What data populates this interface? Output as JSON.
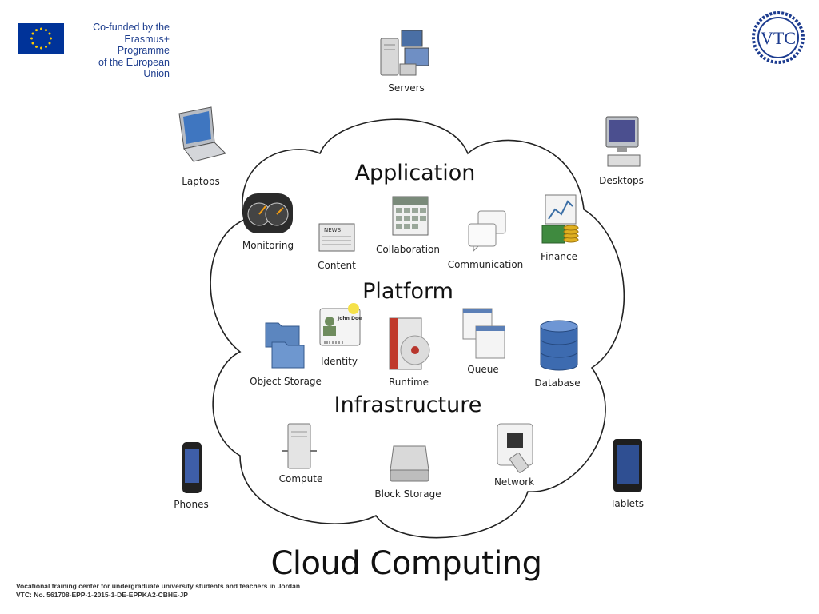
{
  "logos": {
    "eu_text": [
      "Co-funded by the",
      "Erasmus+ Programme",
      "of the European Union"
    ],
    "vtc_text": "VTC"
  },
  "devices": {
    "servers": "Servers",
    "laptops": "Laptops",
    "desktops": "Desktops",
    "phones": "Phones",
    "tablets": "Tablets"
  },
  "layers": {
    "application": "Application",
    "platform": "Platform",
    "infrastructure": "Infrastructure"
  },
  "services": {
    "monitoring": "Monitoring",
    "content": "Content",
    "collaboration": "Collaboration",
    "communication": "Communication",
    "finance": "Finance",
    "object_storage": "Object Storage",
    "identity": "Identity",
    "runtime": "Runtime",
    "queue": "Queue",
    "database": "Database",
    "compute": "Compute",
    "block_storage": "Block Storage",
    "network": "Network"
  },
  "identity_card_name": "John Doe",
  "news_icon_text": "NEWS",
  "title": "Cloud Computing",
  "footer": [
    "Vocational training center for undergraduate university students and teachers in Jordan",
    "VTC: No. 561708-EPP-1-2015-1-DE-EPPKA2-CBHE-JP"
  ]
}
